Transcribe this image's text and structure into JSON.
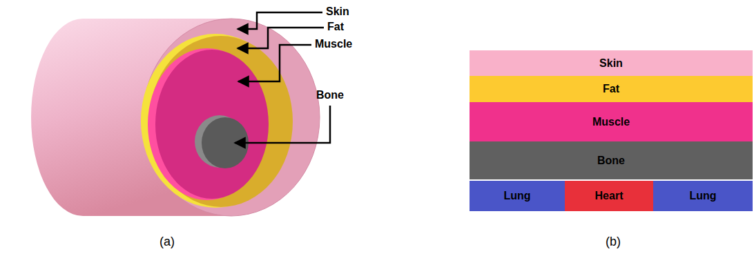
{
  "diagram": {
    "nodes": [
      {
        "text": [
          "Skin"
        ]
      },
      {
        "text": [
          "Fat"
        ]
      },
      {
        "text": [
          "Muscle"
        ]
      },
      {
        "text": [
          "Bone"
        ]
      },
      {
        "text": [
          "Lung"
        ]
      },
      {
        "text": [
          "Heart"
        ]
      },
      {
        "text": [
          "Lung"
        ]
      }
    ],
    "labels": [
      "Skin",
      "Fat",
      "Muscle",
      "Bone",
      "(a)",
      "(b)"
    ]
  }
}
